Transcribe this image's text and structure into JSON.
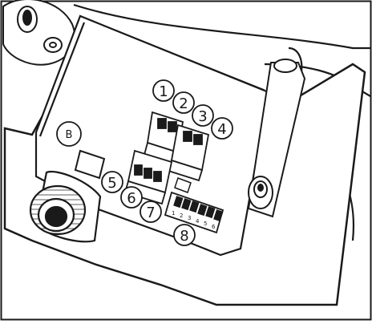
{
  "callouts": {
    "b": "B",
    "c1": "1",
    "c2": "2",
    "c3": "3",
    "c4": "4",
    "c5": "5",
    "c6": "6",
    "c7": "7",
    "c8": "8"
  },
  "dip_switch": {
    "position_labels": [
      "1",
      "2",
      "3",
      "4",
      "5",
      "6"
    ]
  },
  "colors": {
    "line": "#1a1a1a",
    "paper": "#ffffff"
  }
}
